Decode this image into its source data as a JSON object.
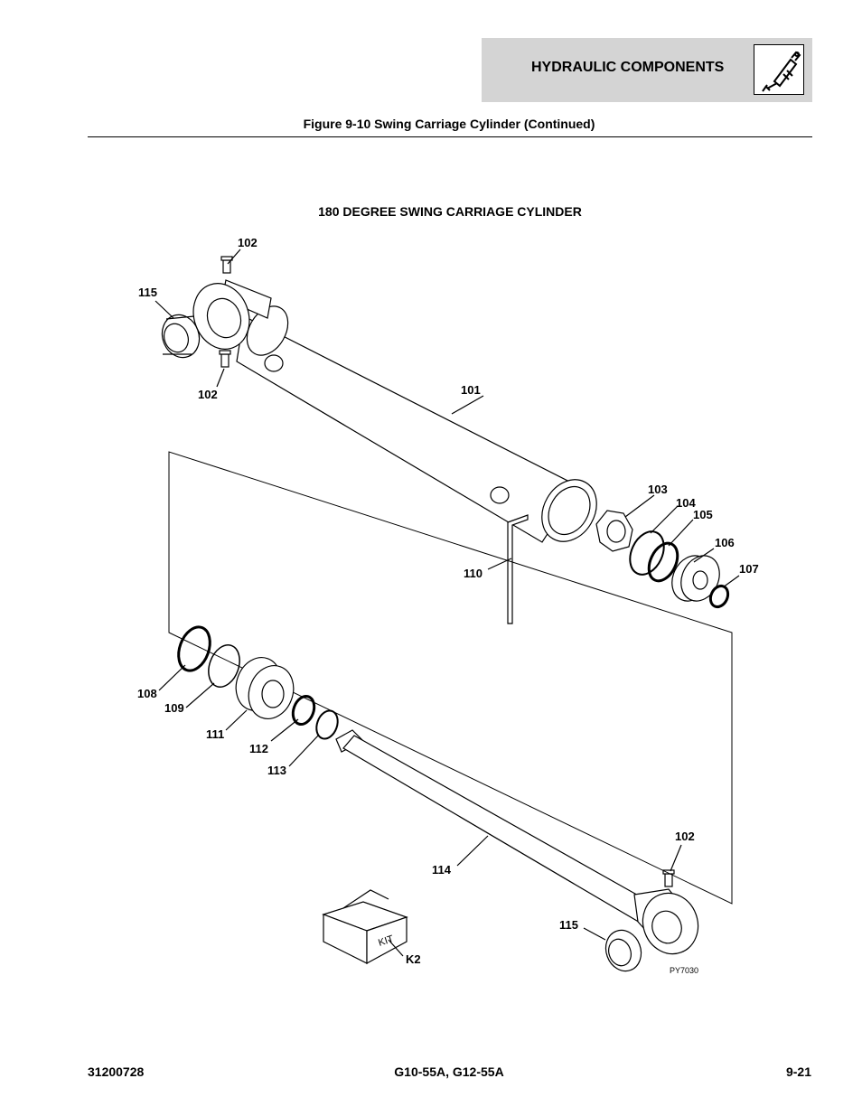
{
  "header": {
    "section_title": "HYDRAULIC COMPONENTS",
    "icon": "hydraulic-cylinder-icon"
  },
  "figure_caption": "Figure 9-10 Swing Carriage Cylinder (Continued)",
  "diagram": {
    "title": "180 DEGREE SWING CARRIAGE CYLINDER",
    "drawing_code": "PY7030",
    "kit_box_text": "KIT",
    "callouts": {
      "c101": "101",
      "c102_top": "102",
      "c102_mid": "102",
      "c102_bottom": "102",
      "c103": "103",
      "c104": "104",
      "c105": "105",
      "c106": "106",
      "c107": "107",
      "c108": "108",
      "c109": "109",
      "c110": "110",
      "c111": "111",
      "c112": "112",
      "c113": "113",
      "c114": "114",
      "c115_top": "115",
      "c115_bottom": "115",
      "k2": "K2"
    }
  },
  "footer": {
    "left": "31200728",
    "center": "G10-55A, G12-55A",
    "right": "9-21"
  }
}
